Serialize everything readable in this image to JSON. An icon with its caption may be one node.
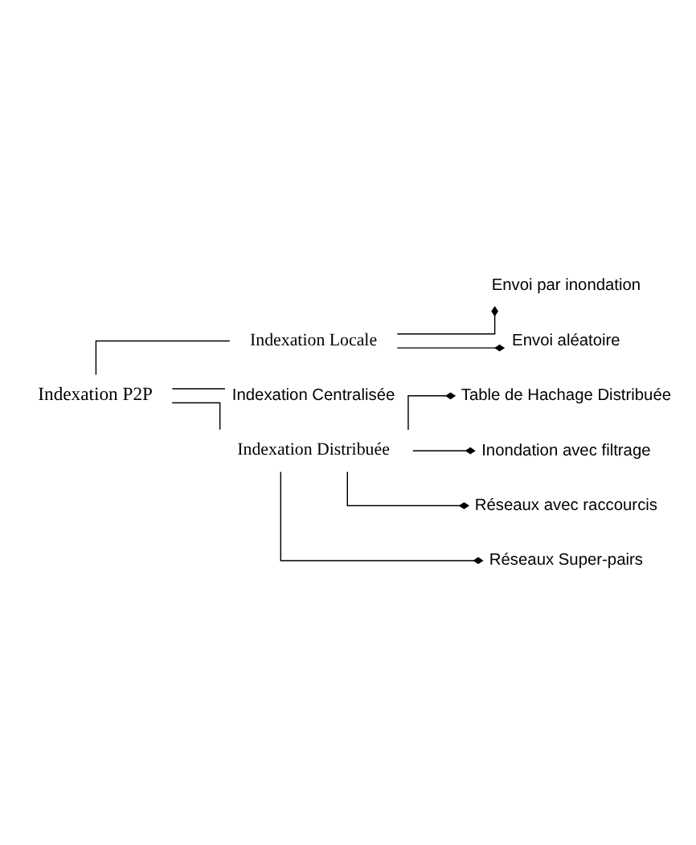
{
  "diagram": {
    "nodes": [
      {
        "text": [
          "Indexation P2P"
        ]
      },
      {
        "text": [
          "Indexation Locale"
        ]
      },
      {
        "text": [
          "Envoi par inondation"
        ]
      },
      {
        "text": [
          "Envoi aléatoire"
        ]
      },
      {
        "text": [
          "Indexation Centralisée"
        ]
      },
      {
        "text": [
          "Indexation Distribuée"
        ]
      },
      {
        "text": [
          "Table de Hachage Distribuée"
        ]
      },
      {
        "text": [
          "Inondation avec filtrage"
        ]
      },
      {
        "text": [
          "Réseaux avec raccourcis"
        ]
      },
      {
        "text": [
          "Réseaux Super-pairs"
        ]
      }
    ],
    "edges": [
      {
        "from": 0,
        "to": 1,
        "arrow": "none"
      },
      {
        "from": 1,
        "to": 2,
        "arrow": "other"
      },
      {
        "from": 1,
        "to": 3,
        "arrow": "other"
      },
      {
        "from": 0,
        "to": 4,
        "arrow": "none"
      },
      {
        "from": 0,
        "to": 5,
        "arrow": "none"
      },
      {
        "from": 5,
        "to": 6,
        "arrow": "other"
      },
      {
        "from": 5,
        "to": 7,
        "arrow": "other"
      },
      {
        "from": 5,
        "to": 8,
        "arrow": "other"
      },
      {
        "from": 5,
        "to": 9,
        "arrow": "other"
      }
    ]
  }
}
